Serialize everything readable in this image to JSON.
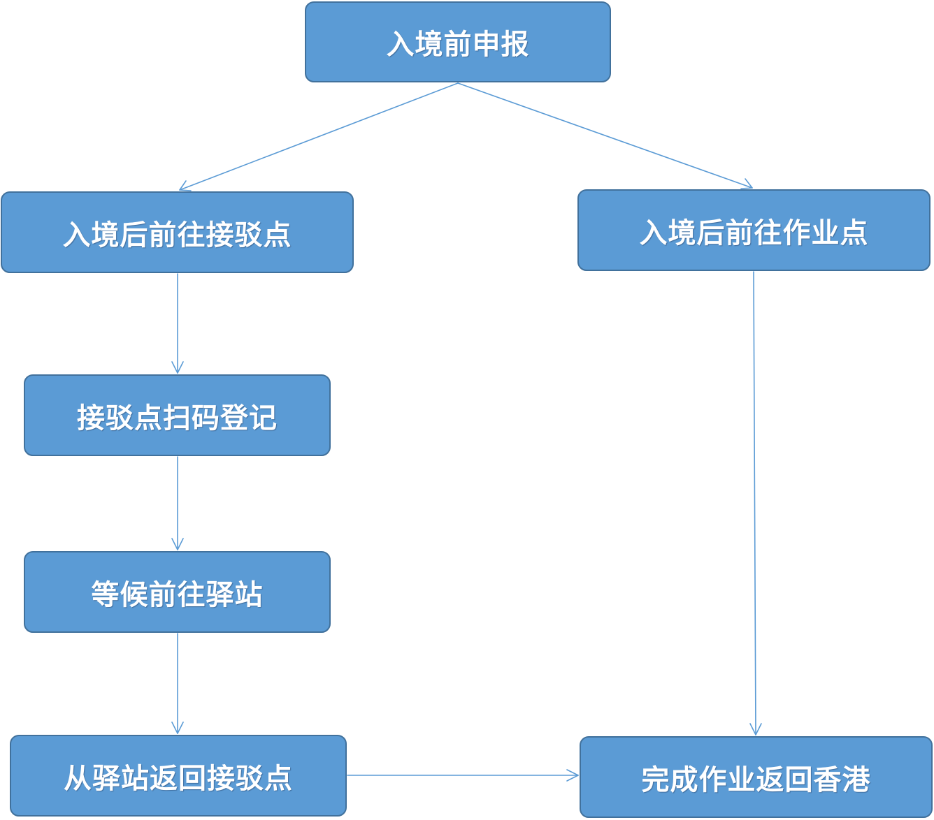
{
  "flowchart": {
    "nodes": {
      "declare": "入境前申报",
      "pickup": "入境后前往接驳点",
      "work": "入境后前往作业点",
      "scan": "接驳点扫码登记",
      "wait": "等候前往驿站",
      "return": "从驿站返回接驳点",
      "complete": "完成作业返回香港"
    },
    "colors": {
      "node_fill": "#5b9bd5",
      "node_border": "#41719c",
      "connector": "#5b9bd5",
      "text": "#ffffff"
    }
  }
}
